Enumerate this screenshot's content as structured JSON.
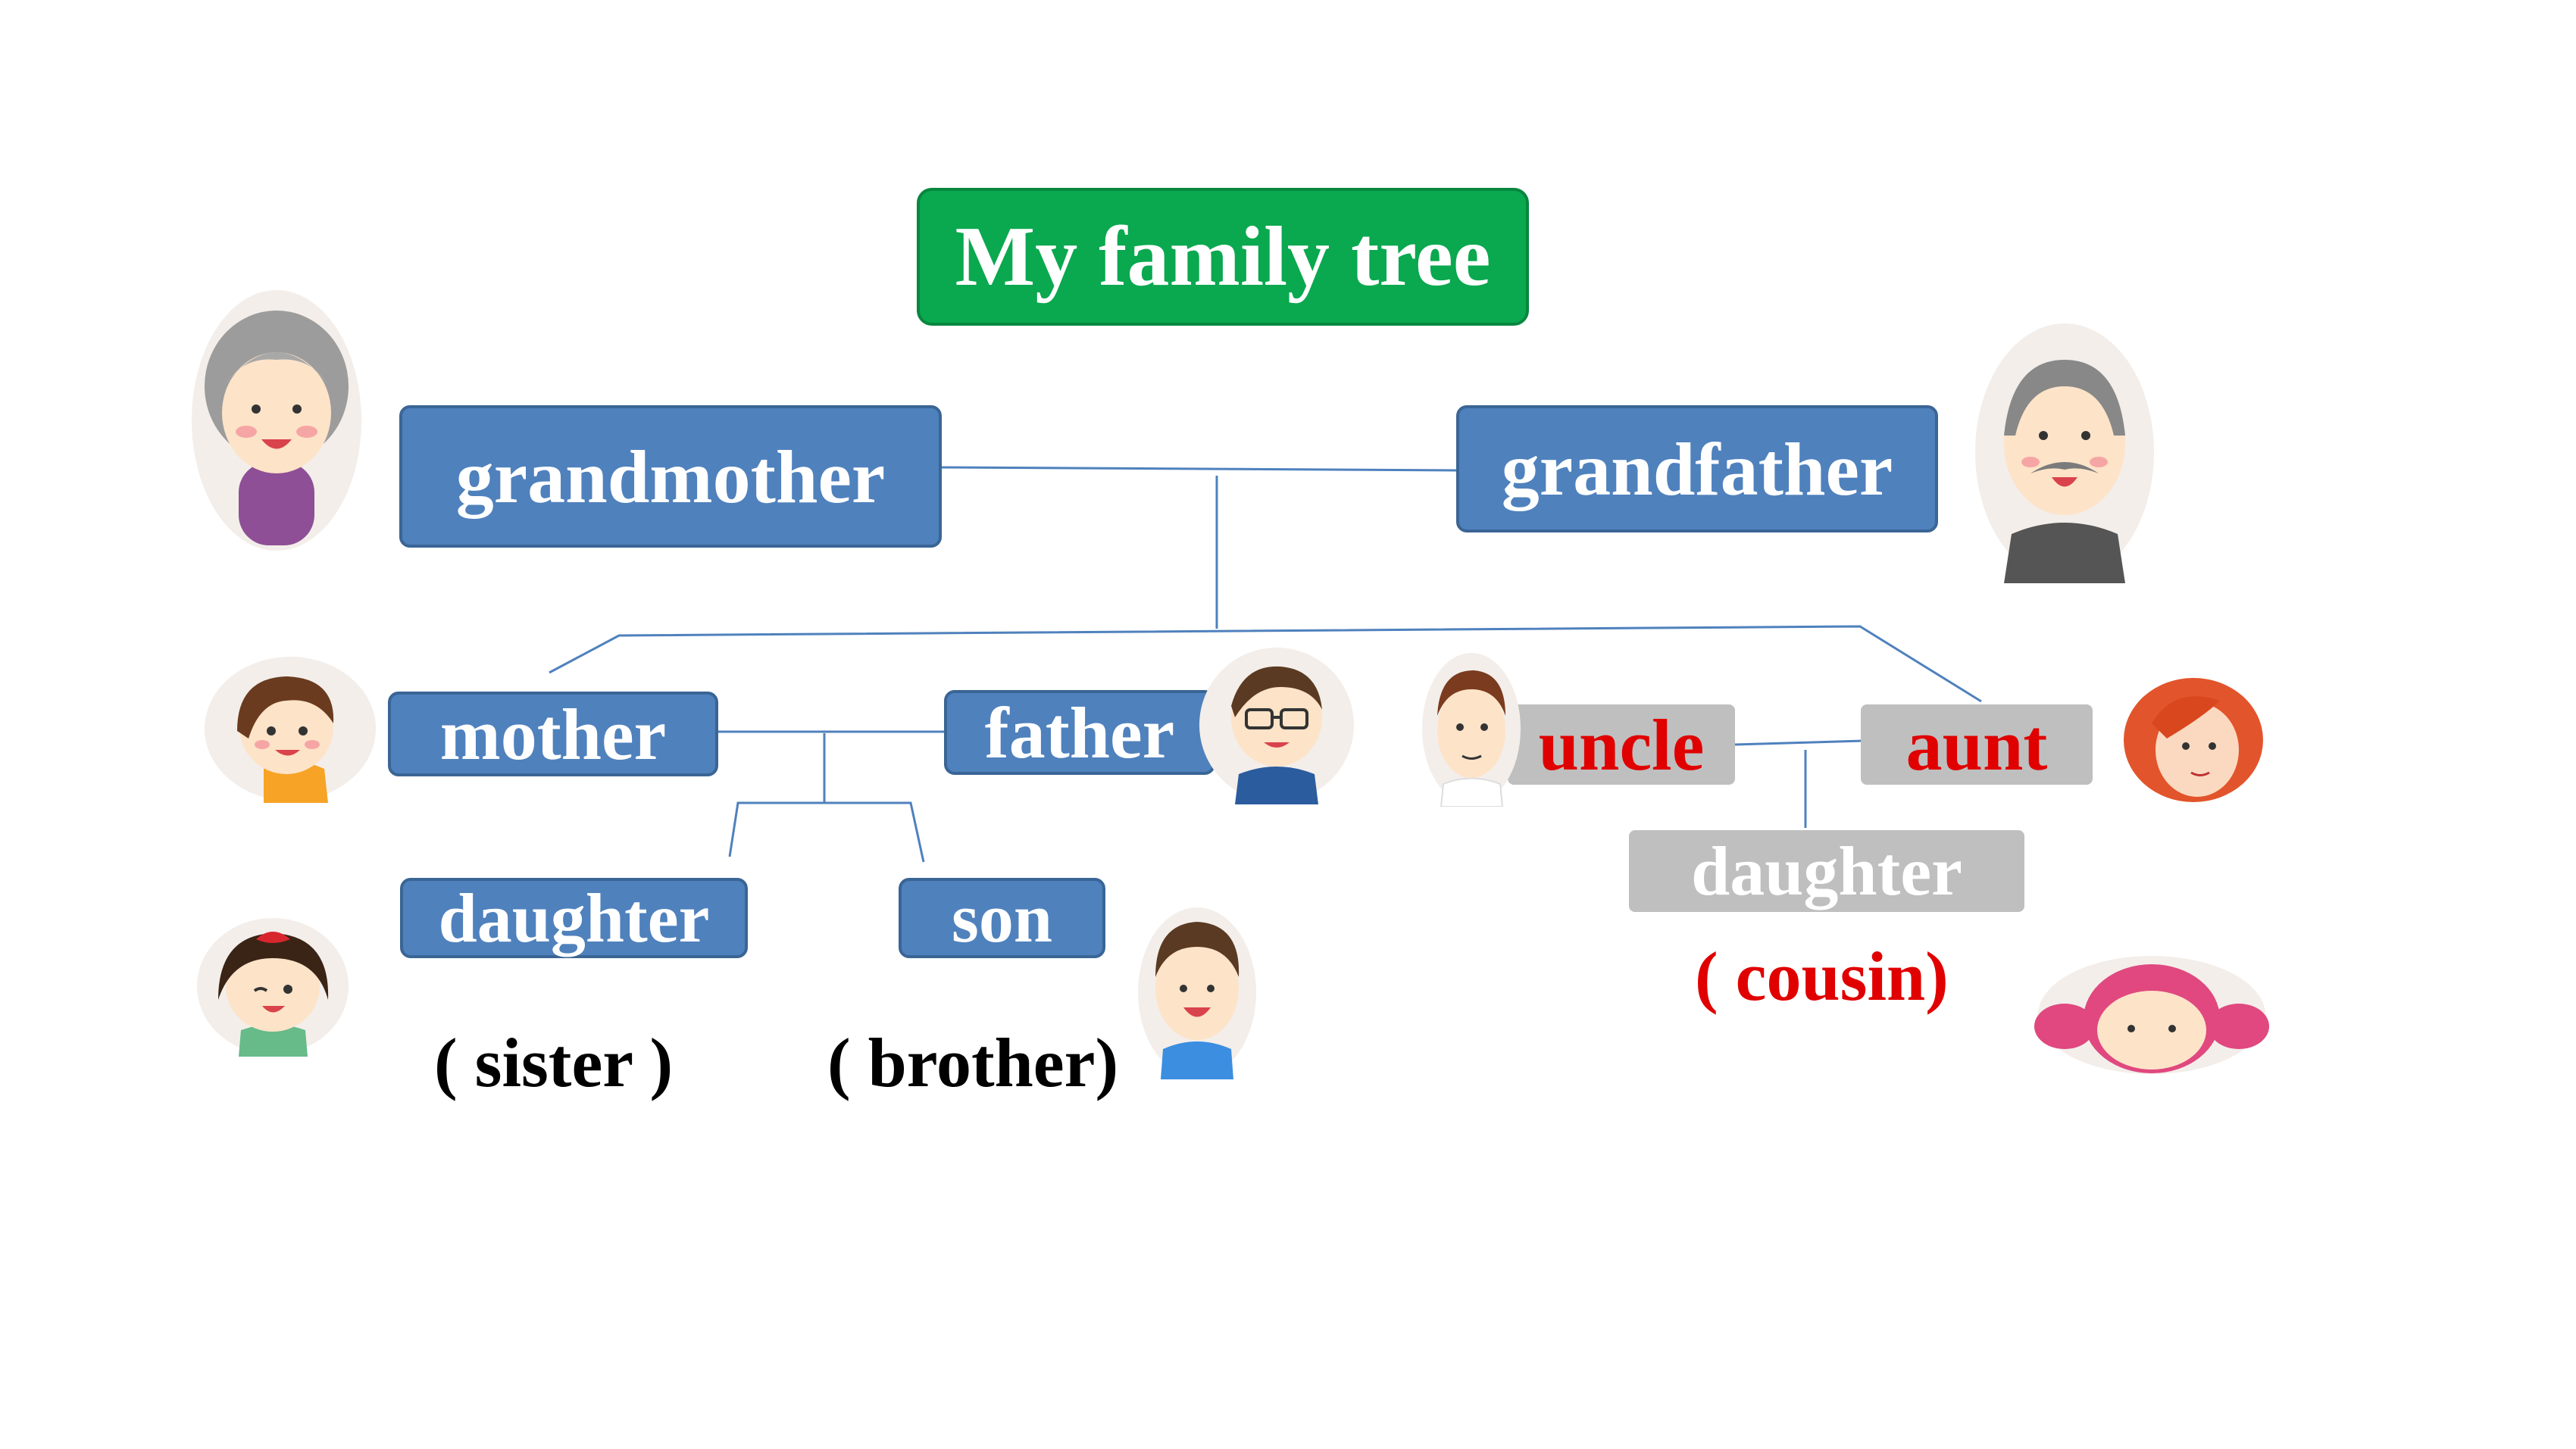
{
  "title": "My family tree",
  "boxes": {
    "grandmother": "grandmother",
    "grandfather": "grandfather",
    "mother": "mother",
    "father": "father",
    "uncle": "uncle",
    "aunt": "aunt",
    "daughter": "daughter",
    "son": "son",
    "cousin_daughter": "daughter"
  },
  "labels": {
    "sister": "( sister )",
    "brother": "( brother)",
    "cousin": "( cousin)"
  },
  "colors": {
    "title_bg": "#0aa84f",
    "box_blue": "#4f81bd",
    "box_gray": "#bfbfbf",
    "highlight_red": "#e00000",
    "line": "#4f81bd"
  },
  "avatars": [
    "grandmother-avatar",
    "grandfather-avatar",
    "mother-avatar",
    "father-avatar",
    "uncle-avatar",
    "aunt-avatar",
    "daughter-avatar",
    "son-avatar",
    "cousin-avatar"
  ]
}
